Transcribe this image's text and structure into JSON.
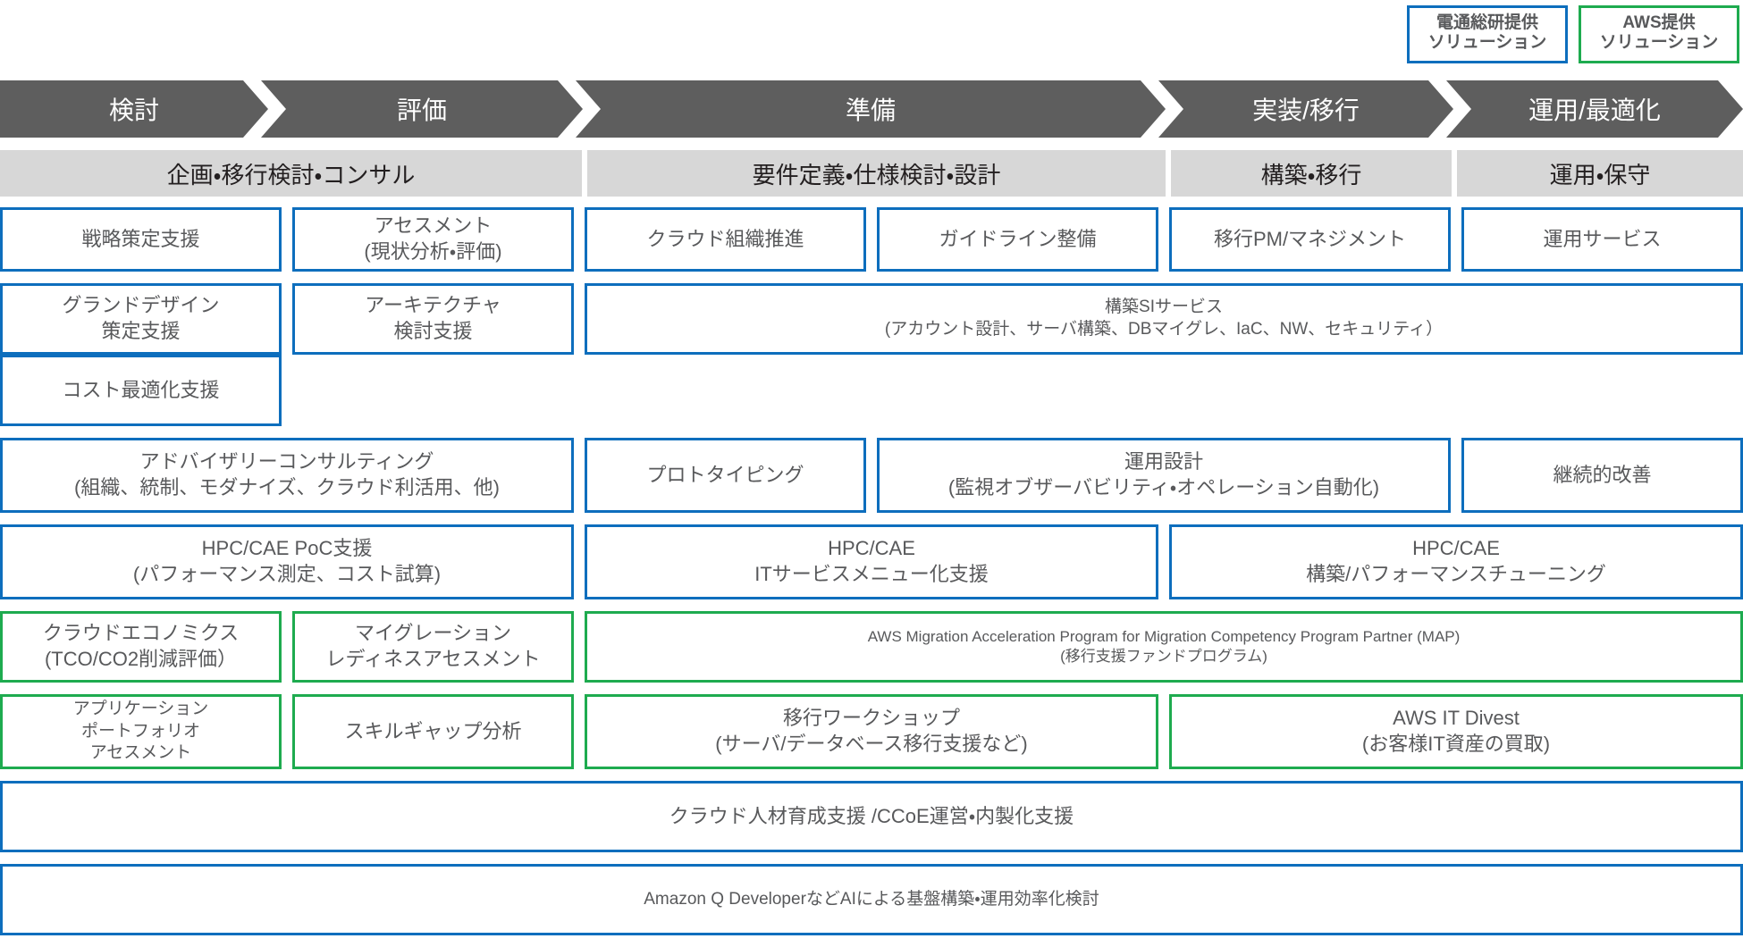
{
  "legend": {
    "items": [
      {
        "name": "dentsu-soken-solution",
        "color": "#0d6ebd",
        "lines": [
          "電通総研提供",
          "ソリューション"
        ]
      },
      {
        "name": "aws-solution",
        "color": "#1eab4f",
        "lines": [
          "AWS提供",
          "ソリューション"
        ]
      }
    ]
  },
  "phases": [
    {
      "label": "検討"
    },
    {
      "label": "評価"
    },
    {
      "label": "準備"
    },
    {
      "label": "実装/移行"
    },
    {
      "label": "運用/最適化"
    }
  ],
  "sub_phases": [
    {
      "label": "企画・移行検討・コンサル"
    },
    {
      "label": "要件定義・仕様検討・設計"
    },
    {
      "label": "構築・移行"
    },
    {
      "label": "運用・保守"
    }
  ],
  "rows": [
    {
      "cells": [
        {
          "span": 1,
          "color": "blue",
          "lines": [
            "戦略策定支援"
          ]
        },
        {
          "span": 1,
          "color": "blue",
          "lines": [
            "アセスメント",
            "(現状分析・評価)"
          ]
        },
        {
          "span": 1,
          "color": "blue",
          "lines": [
            "クラウド組織推進"
          ]
        },
        {
          "span": 1,
          "color": "blue",
          "lines": [
            "ガイドライン整備"
          ]
        },
        {
          "span": 1,
          "color": "blue",
          "lines": [
            "移行PM/マネジメント"
          ]
        },
        {
          "span": 1,
          "color": "blue",
          "lines": [
            "運用サービス"
          ]
        }
      ]
    },
    {
      "cells": [
        {
          "span": 1,
          "color": "blue",
          "lines": [
            "グランドデザイン",
            "策定支援"
          ]
        },
        {
          "span": 1,
          "color": "blue",
          "lines": [
            "アーキテクチャ",
            "検討支援"
          ]
        },
        {
          "span": 4,
          "color": "blue",
          "lines": [
            "構築SIサービス",
            "(アカウント設計、サーバ構築、DBマイグレ、IaC、NW、セキュリティ）"
          ]
        },
        {
          "span": 1,
          "color": "blue",
          "lines": [
            "コスト最適化支援"
          ]
        }
      ]
    },
    {
      "cells": [
        {
          "span": 2,
          "color": "blue",
          "lines": [
            "アドバイザリーコンサルティング",
            "(組織、統制、モダナイズ、クラウド利活用、他)"
          ]
        },
        {
          "span": 1,
          "color": "blue",
          "lines": [
            "プロトタイピング"
          ]
        },
        {
          "span": 2,
          "color": "blue",
          "lines": [
            "運用設計",
            "(監視オブザーバビリティ・オペレーション自動化)"
          ]
        },
        {
          "span": 1,
          "color": "blue",
          "lines": [
            "継続的改善"
          ]
        }
      ]
    },
    {
      "cells": [
        {
          "span": 2,
          "color": "blue",
          "lines": [
            "HPC/CAE PoC支援",
            "(パフォーマンス測定、コスト試算)"
          ]
        },
        {
          "span": 2,
          "color": "blue",
          "lines": [
            "HPC/CAE",
            "ITサービスメニュー化支援"
          ]
        },
        {
          "span": 2,
          "color": "blue",
          "lines": [
            "HPC/CAE",
            "構築/パフォーマンスチューニング"
          ]
        }
      ]
    },
    {
      "cells": [
        {
          "span": 1,
          "color": "green",
          "lines": [
            "クラウドエコノミクス",
            "(TCO/CO2削減評価）"
          ]
        },
        {
          "span": 1,
          "color": "green",
          "lines": [
            "マイグレーション",
            "レディネスアセスメント"
          ]
        },
        {
          "span": 4,
          "color": "green",
          "lines": [
            "AWS Migration Acceleration Program for Migration Competency Program Partner (MAP)",
            "(移行支援ファンドプログラム)"
          ]
        }
      ]
    },
    {
      "cells": [
        {
          "span": 1,
          "color": "green",
          "lines": [
            "アプリケーション",
            "ポートフォリオ",
            "アセスメント"
          ]
        },
        {
          "span": 1,
          "color": "green",
          "lines": [
            "スキルギャップ分析"
          ]
        },
        {
          "span": 2,
          "color": "green",
          "lines": [
            "移行ワークショップ",
            "(サーバ/データベース移行支援など)"
          ]
        },
        {
          "span": 2,
          "color": "green",
          "lines": [
            "AWS IT Divest",
            "(お客様IT資産の買取)"
          ]
        }
      ]
    },
    {
      "cells": [
        {
          "span": 6,
          "color": "blue",
          "lines": [
            "クラウド人材育成支援 /CCoE運営・内製化支援"
          ]
        }
      ]
    },
    {
      "cells": [
        {
          "span": 6,
          "color": "blue",
          "lines": [
            "Amazon Q DeveloperなどAIによる基盤構築・運用効率化検討"
          ]
        }
      ]
    }
  ],
  "colors": {
    "blue": "#0d6ebd",
    "green": "#1eab4f",
    "phase_bg": "#5e5e5e",
    "band_bg": "#d7d7d7",
    "text": "#58595b"
  }
}
